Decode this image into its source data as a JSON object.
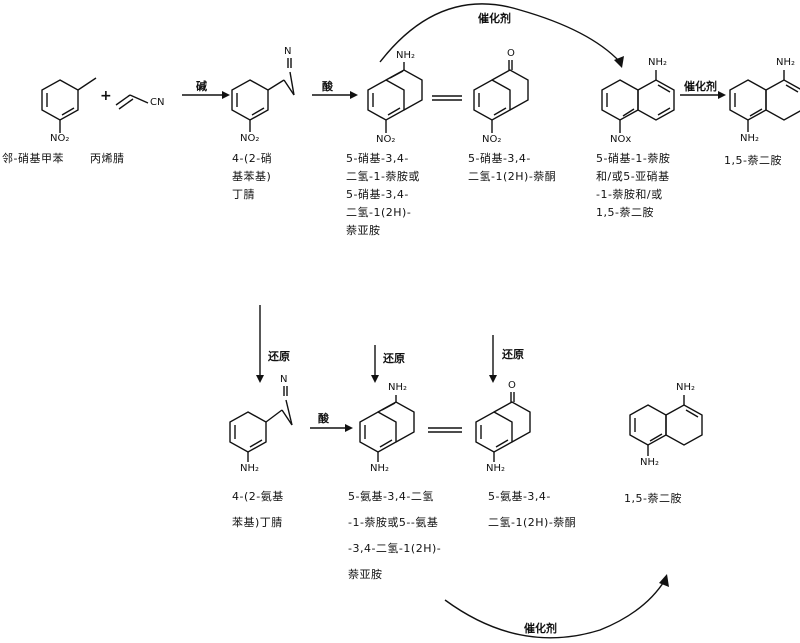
{
  "conditions": {
    "base": "碱",
    "acid_top": "酸",
    "acid_bottom": "酸",
    "catalyst_top_arc": "催化剂",
    "catalyst_top_right": "催化剂",
    "catalyst_bottom_arc": "催化剂",
    "reduce_1": "还原",
    "reduce_2": "还原",
    "reduce_3": "还原",
    "plus": "+"
  },
  "atoms": {
    "no2": "NO₂",
    "nh2": "NH₂",
    "cn": "CN",
    "n": "N",
    "o": "O",
    "nox": "NOx"
  },
  "labels": {
    "o_nitrotoluene": "邻-硝基甲苯",
    "acrylonitrile": "丙烯腈",
    "nitrophenyl_butyronitrile": [
      "4-(2-硝",
      "基苯基)",
      "丁腈"
    ],
    "nitro_naphthylamine": [
      "5-硝基-3,4-",
      "二氢-1-萘胺或",
      "5-硝基-3,4-",
      "二氢-1(2H)-",
      "萘亚胺"
    ],
    "nitro_tetralone": [
      "5-硝基-3,4-",
      "二氢-1(2H)-萘酮"
    ],
    "nitro_mixture": [
      "5-硝基-1-萘胺",
      "和/或5-亚硝基",
      "-1-萘胺和/或",
      "1,5-萘二胺"
    ],
    "naphthalenediamine_top": "1,5-萘二胺",
    "aminophenyl_butyronitrile": [
      "4-(2-氨基",
      "苯基)丁腈"
    ],
    "amino_naphthylamine": [
      "5-氨基-3,4-二氢",
      "-1-萘胺或5--氨基",
      "-3,4-二氢-1(2H)-",
      "萘亚胺"
    ],
    "amino_tetralone": [
      "5-氨基-3,4-",
      "二氢-1(2H)-萘酮"
    ],
    "naphthalenediamine_bottom": "1,5-萘二胺"
  }
}
